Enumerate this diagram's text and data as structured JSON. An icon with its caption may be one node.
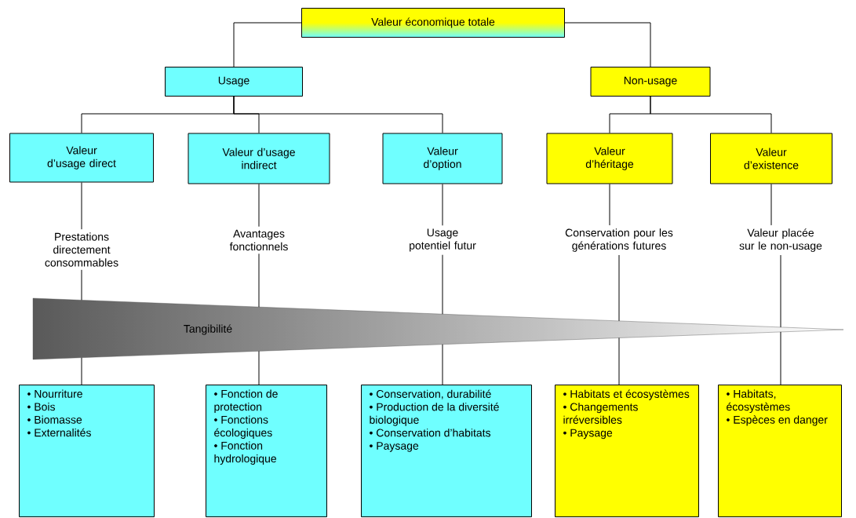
{
  "diagram": {
    "nodes": [
      {
        "text": [
          "Valeur économique totale"
        ]
      },
      {
        "text": [
          "Usage"
        ]
      },
      {
        "text": [
          "Non-usage"
        ]
      },
      {
        "text": [
          "Valeur d’usage direct"
        ]
      },
      {
        "text": [
          "Valeur d’usage indirect"
        ]
      },
      {
        "text": [
          "Valeur d’option"
        ]
      },
      {
        "text": [
          "Valeur d’héritage"
        ]
      },
      {
        "text": [
          "Valeur d’existence"
        ]
      },
      {
        "text": [
          "Prestations directement consommables"
        ]
      },
      {
        "text": [
          "Avantages fonctionnels"
        ]
      },
      {
        "text": [
          "Usage potentiel futur"
        ]
      },
      {
        "text": [
          "Conservation pour les générations futures"
        ]
      },
      {
        "text": [
          "Valeur placée sur le non-usage"
        ]
      },
      {
        "text": [
          "Tangibilité"
        ]
      },
      {
        "text": [
          "• Nourriture",
          "• Bois",
          "• Biomasse",
          "• Externalités"
        ]
      },
      {
        "text": [
          "• Fonction de protection",
          "• Fonctions écologiques",
          "• Fonction hydrologique"
        ]
      },
      {
        "text": [
          "• Conservation, durabilité",
          "• Production de la diversité biologique",
          "• Conservation d’habitats",
          "• Paysage"
        ]
      },
      {
        "text": [
          "• Habitats et écosystèmes",
          "• Changements irréversibles",
          "• Paysage"
        ]
      },
      {
        "text": [
          "• Habitats, écosystèmes",
          "• Espèces en danger"
        ]
      }
    ],
    "edges": [
      {
        "from": 0,
        "to": 1,
        "arrow": "none"
      },
      {
        "from": 0,
        "to": 2,
        "arrow": "none"
      },
      {
        "from": 1,
        "to": 3,
        "arrow": "none"
      },
      {
        "from": 1,
        "to": 4,
        "arrow": "none"
      },
      {
        "from": 1,
        "to": 5,
        "arrow": "none"
      },
      {
        "from": 2,
        "to": 6,
        "arrow": "none"
      },
      {
        "from": 2,
        "to": 7,
        "arrow": "none"
      },
      {
        "from": 3,
        "to": 8,
        "arrow": "none"
      },
      {
        "from": 4,
        "to": 9,
        "arrow": "none"
      },
      {
        "from": 5,
        "to": 10,
        "arrow": "none"
      },
      {
        "from": 6,
        "to": 11,
        "arrow": "none"
      },
      {
        "from": 7,
        "to": 12,
        "arrow": "none"
      },
      {
        "from": 8,
        "to": 13,
        "arrow": "none"
      },
      {
        "from": 9,
        "to": 13,
        "arrow": "none"
      },
      {
        "from": 10,
        "to": 13,
        "arrow": "none"
      },
      {
        "from": 11,
        "to": 13,
        "arrow": "none"
      },
      {
        "from": 12,
        "to": 13,
        "arrow": "none"
      },
      {
        "from": 13,
        "to": 14,
        "arrow": "none"
      },
      {
        "from": 13,
        "to": 15,
        "arrow": "none"
      },
      {
        "from": 13,
        "to": 16,
        "arrow": "none"
      },
      {
        "from": 13,
        "to": 17,
        "arrow": "none"
      },
      {
        "from": 13,
        "to": 18,
        "arrow": "none"
      }
    ]
  }
}
